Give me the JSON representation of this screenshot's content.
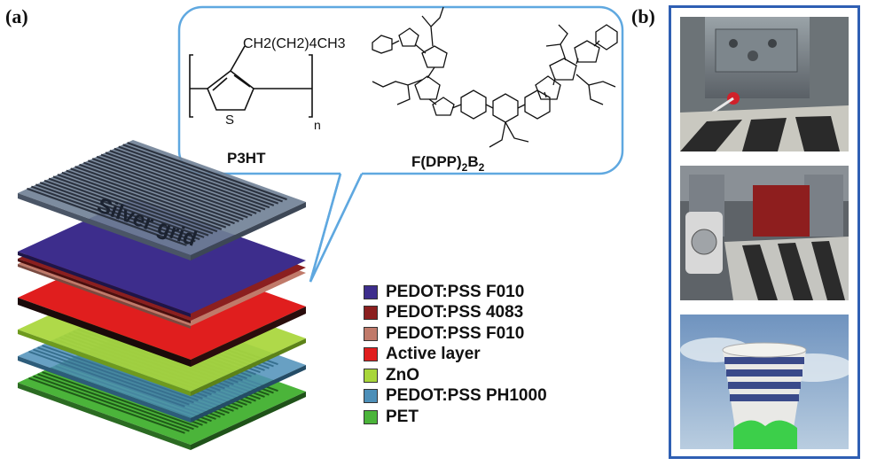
{
  "panels": {
    "a": "(a)",
    "b": "(b)"
  },
  "callout": {
    "molecule_1": "P3HT",
    "molecule_2_main": "F(DPP)",
    "molecule_2_sub1": "2",
    "molecule_2_b": "B",
    "molecule_2_sub2": "2",
    "side_chain": "CH2(CH2)4CH3",
    "repeat_n": "n",
    "sulfur": "S"
  },
  "grid_label": "Silver grid",
  "legend": [
    {
      "label": "PEDOT:PSS F010",
      "color": "#3d2d8c"
    },
    {
      "label": "PEDOT:PSS 4083",
      "color": "#8b1f1f"
    },
    {
      "label": "PEDOT:PSS F010",
      "color": "#c07a6a"
    },
    {
      "label": "Active layer",
      "color": "#e01e1e"
    },
    {
      "label": "ZnO",
      "color": "#a8d63a"
    },
    {
      "label": "PEDOT:PSS PH1000",
      "color": "#4d8fb8"
    },
    {
      "label": "PET",
      "color": "#4bb43a"
    }
  ],
  "colors": {
    "frame": "#2f5fb3",
    "callout_border": "#5fa8e0",
    "silver_grid": "#6f7f95"
  }
}
